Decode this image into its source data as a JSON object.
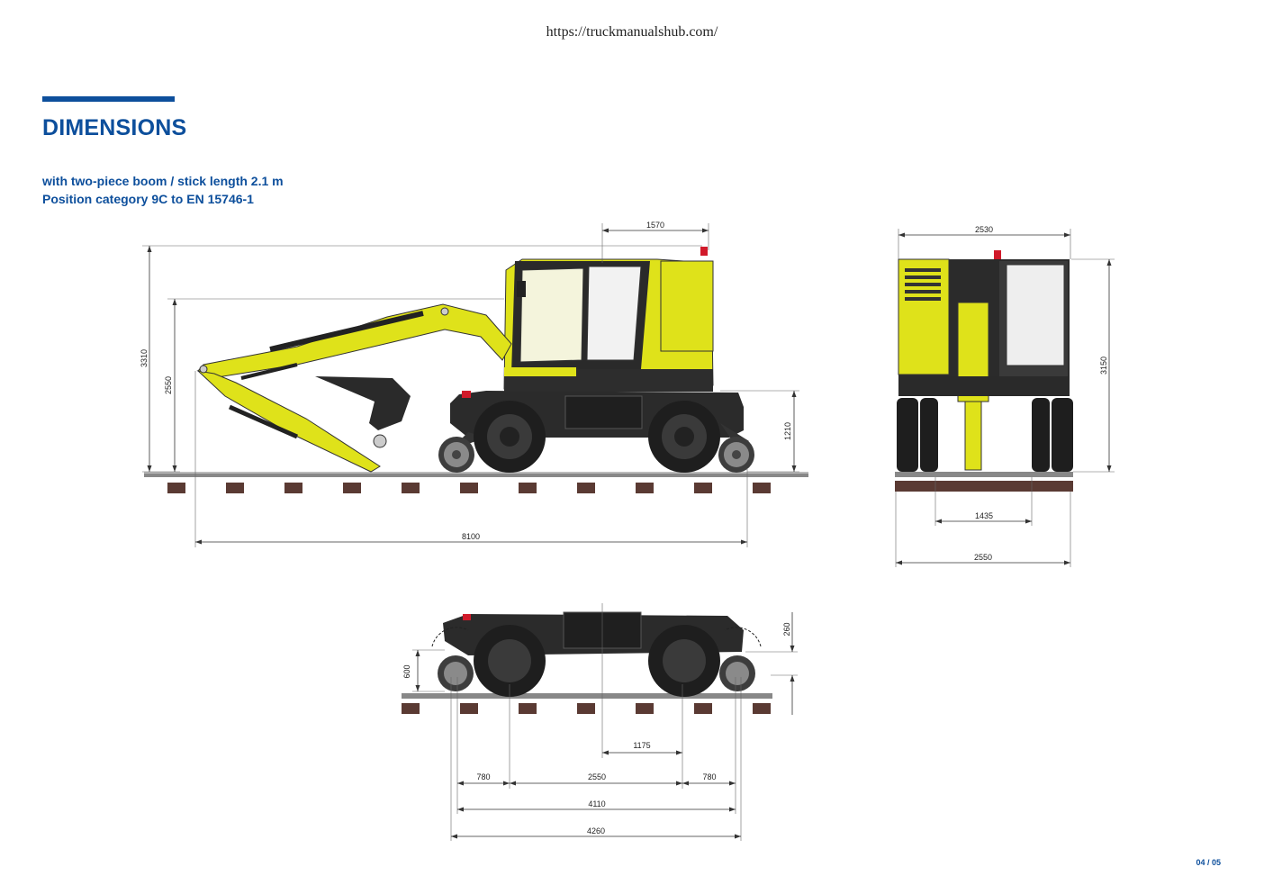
{
  "header": {
    "url": "https://truckmanualshub.com/"
  },
  "section": {
    "title": "DIMENSIONS",
    "subtitle_line1": "with two-piece boom / stick length 2.1 m",
    "subtitle_line2": "Position category 9C to EN 15746-1"
  },
  "colors": {
    "accent": "#0d4f9c",
    "machine_yellow": "#dfe21a",
    "chassis": "#2a2a2a",
    "sleeper": "#5a3a33"
  },
  "dimensions": {
    "side": {
      "rear_overhang": "1570",
      "height_overall": "3310",
      "height_boom": "2550",
      "chassis_height": "1210",
      "length_transport": "8100"
    },
    "front": {
      "width_upper": "2530",
      "height_cab": "3150",
      "track_gauge": "1435",
      "width_overall": "2550"
    },
    "undercarriage": {
      "ground_clearance": "260",
      "rail_wheel_lift": "600",
      "offset_centre": "1175",
      "rail_axle_left": "780",
      "wheelbase": "2550",
      "rail_axle_right": "780",
      "rail_wheelbase": "4110",
      "length_undercarriage": "4260"
    }
  },
  "footer": {
    "page": "04 / 05"
  }
}
